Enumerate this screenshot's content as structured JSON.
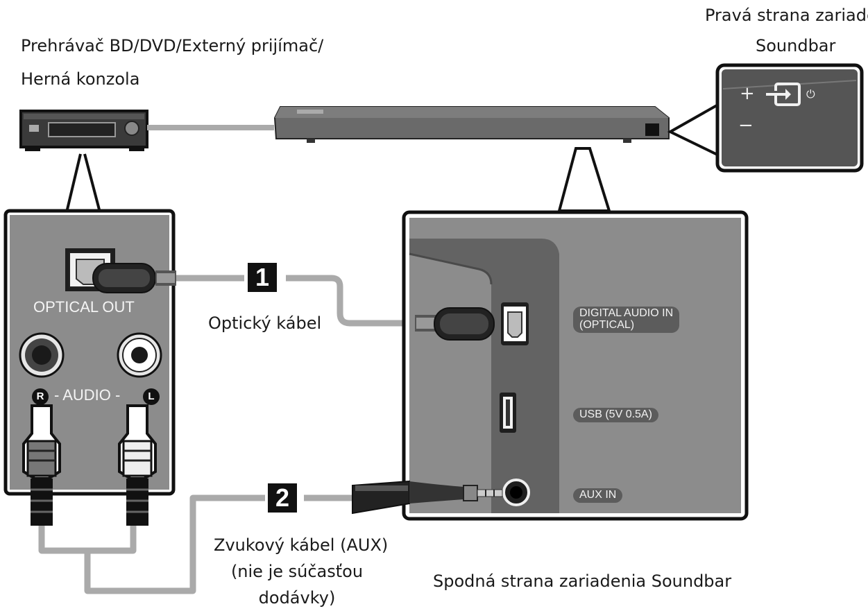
{
  "labels": {
    "source_device": "Prehrávač BD/DVD/Externý prijímač/",
    "source_device_line2": "Herná konzola",
    "right_side_line1": "Pravá strana zariaden",
    "right_side_line2": "Soundbar",
    "bottom_side": "Spodná strana zariadenia Soundbar",
    "optical_cable": "Optický kábel",
    "aux_cable_line1": "Zvukový kábel (AUX)",
    "aux_cable_line2": "(nie je súčasťou",
    "aux_cable_line3": "dodávky)"
  },
  "source_panel": {
    "optical_out": "OPTICAL OUT",
    "audio": "- AUDIO -",
    "r": "R",
    "l": "L"
  },
  "soundbar_panel": {
    "digital_audio_in_line1": "DIGITAL AUDIO IN",
    "digital_audio_in_line2": "(OPTICAL)",
    "usb": "USB (5V 0.5A)",
    "aux_in": "AUX IN"
  },
  "steps": {
    "one": "1",
    "two": "2"
  },
  "buttons": {
    "plus": "+",
    "minus": "−",
    "power": "⏻"
  },
  "colors": {
    "panel_gray": "#8c8c8c",
    "dark_gray": "#5c5c5c",
    "cable_gray": "#a9a9a9",
    "callout_black": "#111111"
  }
}
